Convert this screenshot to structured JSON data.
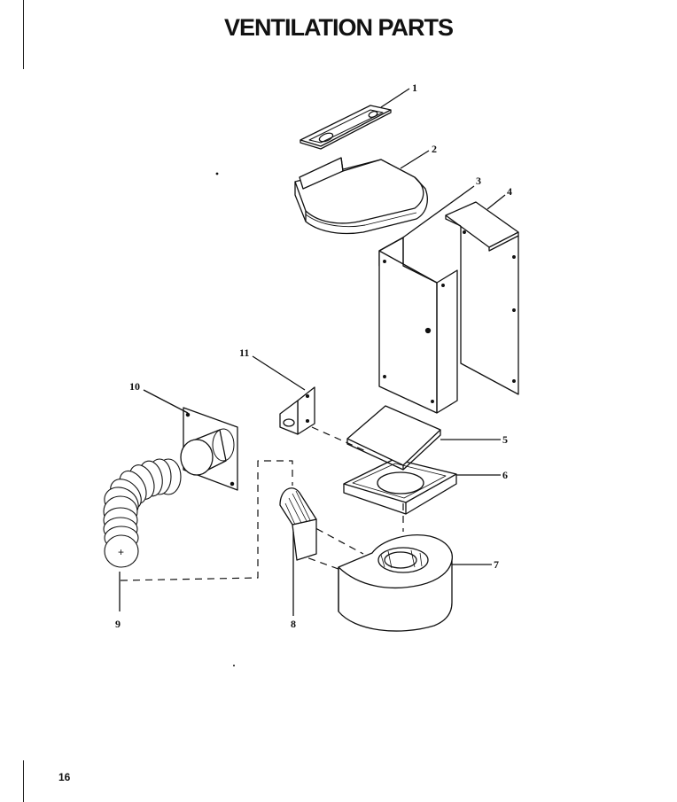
{
  "page": {
    "title": "VENTILATION PARTS",
    "page_number": "16"
  },
  "parts": [
    {
      "number": "1",
      "icon": "filter-plate-icon"
    },
    {
      "number": "2",
      "icon": "top-duct-icon"
    },
    {
      "number": "3",
      "icon": "left-duct-panel-icon"
    },
    {
      "number": "4",
      "icon": "right-duct-panel-icon"
    },
    {
      "number": "5",
      "icon": "damper-plate-icon"
    },
    {
      "number": "6",
      "icon": "blower-mount-plate-icon"
    },
    {
      "number": "7",
      "icon": "blower-housing-icon"
    },
    {
      "number": "8",
      "icon": "transition-duct-icon"
    },
    {
      "number": "9",
      "icon": "flex-hose-icon"
    },
    {
      "number": "10",
      "icon": "wall-cap-adapter-icon"
    },
    {
      "number": "11",
      "icon": "mounting-bracket-icon"
    }
  ]
}
